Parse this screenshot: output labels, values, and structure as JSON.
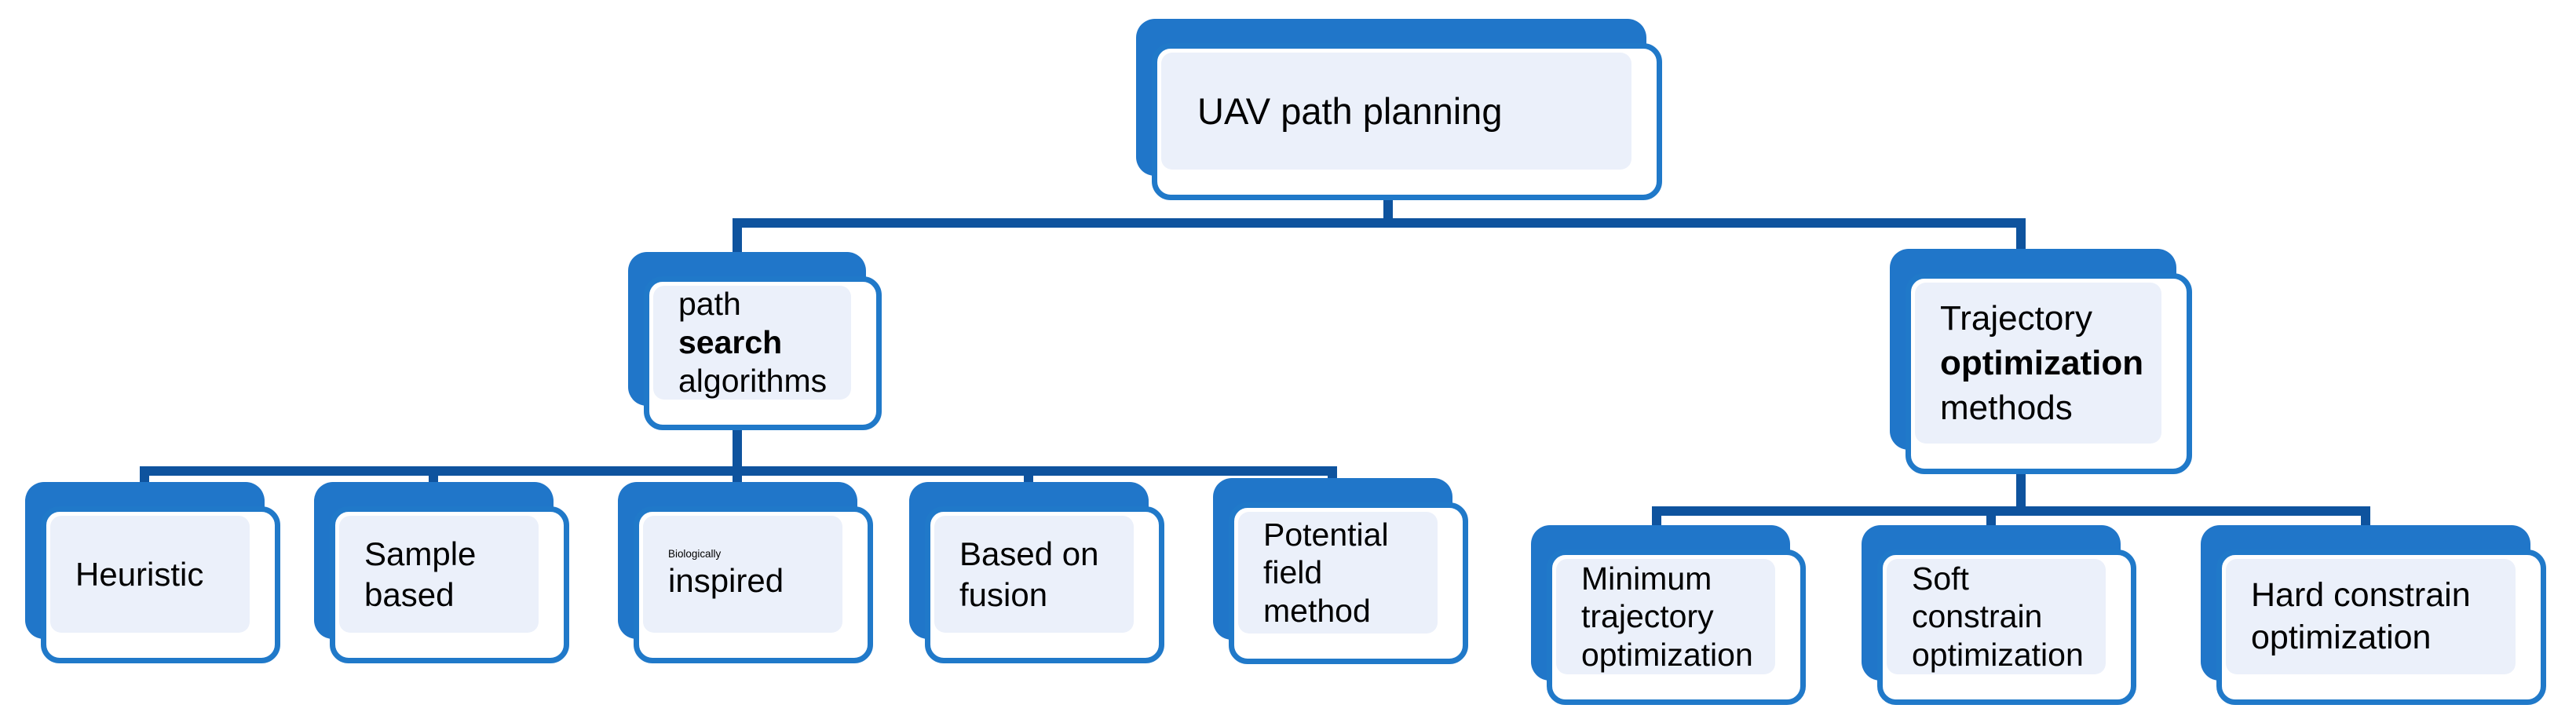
{
  "diagram": {
    "title": "UAV path planning",
    "colors": {
      "box_shadow_blue": "#2076C9",
      "box_border_blue": "#2079C9",
      "box_fill_lavender": "#EBF0FA",
      "connector_blue": "#0E539E",
      "text": "#000000",
      "background": "#FFFFFF"
    },
    "hierarchy": {
      "root": "UAV path planning",
      "children": [
        {
          "label": "path search algorithms",
          "children": [
            "Heuristic",
            "Sample based",
            "Biologically inspired",
            "Based on fusion",
            "Potential field method"
          ]
        },
        {
          "label": "Trajectory optimization methods",
          "children": [
            "Minimum trajectory optimization",
            "Soft constrain optimization",
            "Hard constrain optimization"
          ]
        }
      ]
    },
    "nodes": {
      "root": {
        "label": "UAV path planning",
        "lines": [
          {
            "text": "UAV path planning",
            "style": "ln"
          }
        ]
      },
      "path_search": {
        "label": "path search algorithms",
        "lines": [
          {
            "text": "path",
            "style": "ln"
          },
          {
            "text": "search",
            "style": "ln bold"
          },
          {
            "text": "algorithms",
            "style": "ln"
          }
        ]
      },
      "trajectory_opt": {
        "label": "Trajectory optimization methods",
        "lines": [
          {
            "text": "Trajectory",
            "style": "ln"
          },
          {
            "text": "optimization",
            "style": "ln bold"
          },
          {
            "text": "methods",
            "style": "ln"
          }
        ]
      },
      "heuristic": {
        "label": "Heuristic",
        "lines": [
          {
            "text": "Heuristic",
            "style": "ln"
          }
        ]
      },
      "sample_based": {
        "label": "Sample based",
        "lines": [
          {
            "text": "Sample",
            "style": "ln"
          },
          {
            "text": "based",
            "style": "ln"
          }
        ]
      },
      "biologically_inspired": {
        "label": "Biologically inspired",
        "lines": [
          {
            "text": "Biologically",
            "style": "ln small"
          },
          {
            "text": "inspired",
            "style": "ln"
          }
        ]
      },
      "based_on_fusion": {
        "label": "Based on fusion",
        "lines": [
          {
            "text": "Based on",
            "style": "ln"
          },
          {
            "text": "fusion",
            "style": "ln"
          }
        ]
      },
      "potential_field": {
        "label": "Potential field method",
        "lines": [
          {
            "text": "Potential",
            "style": "ln"
          },
          {
            "text": "field",
            "style": "ln"
          },
          {
            "text": "method",
            "style": "ln"
          }
        ]
      },
      "minimum_trajectory": {
        "label": "Minimum trajectory optimization",
        "lines": [
          {
            "text": "Minimum",
            "style": "ln"
          },
          {
            "text": "trajectory",
            "style": "ln"
          },
          {
            "text": "optimization",
            "style": "ln"
          }
        ]
      },
      "soft_constrain": {
        "label": "Soft constrain optimization",
        "lines": [
          {
            "text": "Soft",
            "style": "ln"
          },
          {
            "text": "constrain",
            "style": "ln"
          },
          {
            "text": "optimization",
            "style": "ln"
          }
        ]
      },
      "hard_constrain": {
        "label": "Hard constrain optimization",
        "lines": [
          {
            "text": "Hard constrain",
            "style": "ln"
          },
          {
            "text": "optimization",
            "style": "ln"
          }
        ]
      }
    }
  }
}
